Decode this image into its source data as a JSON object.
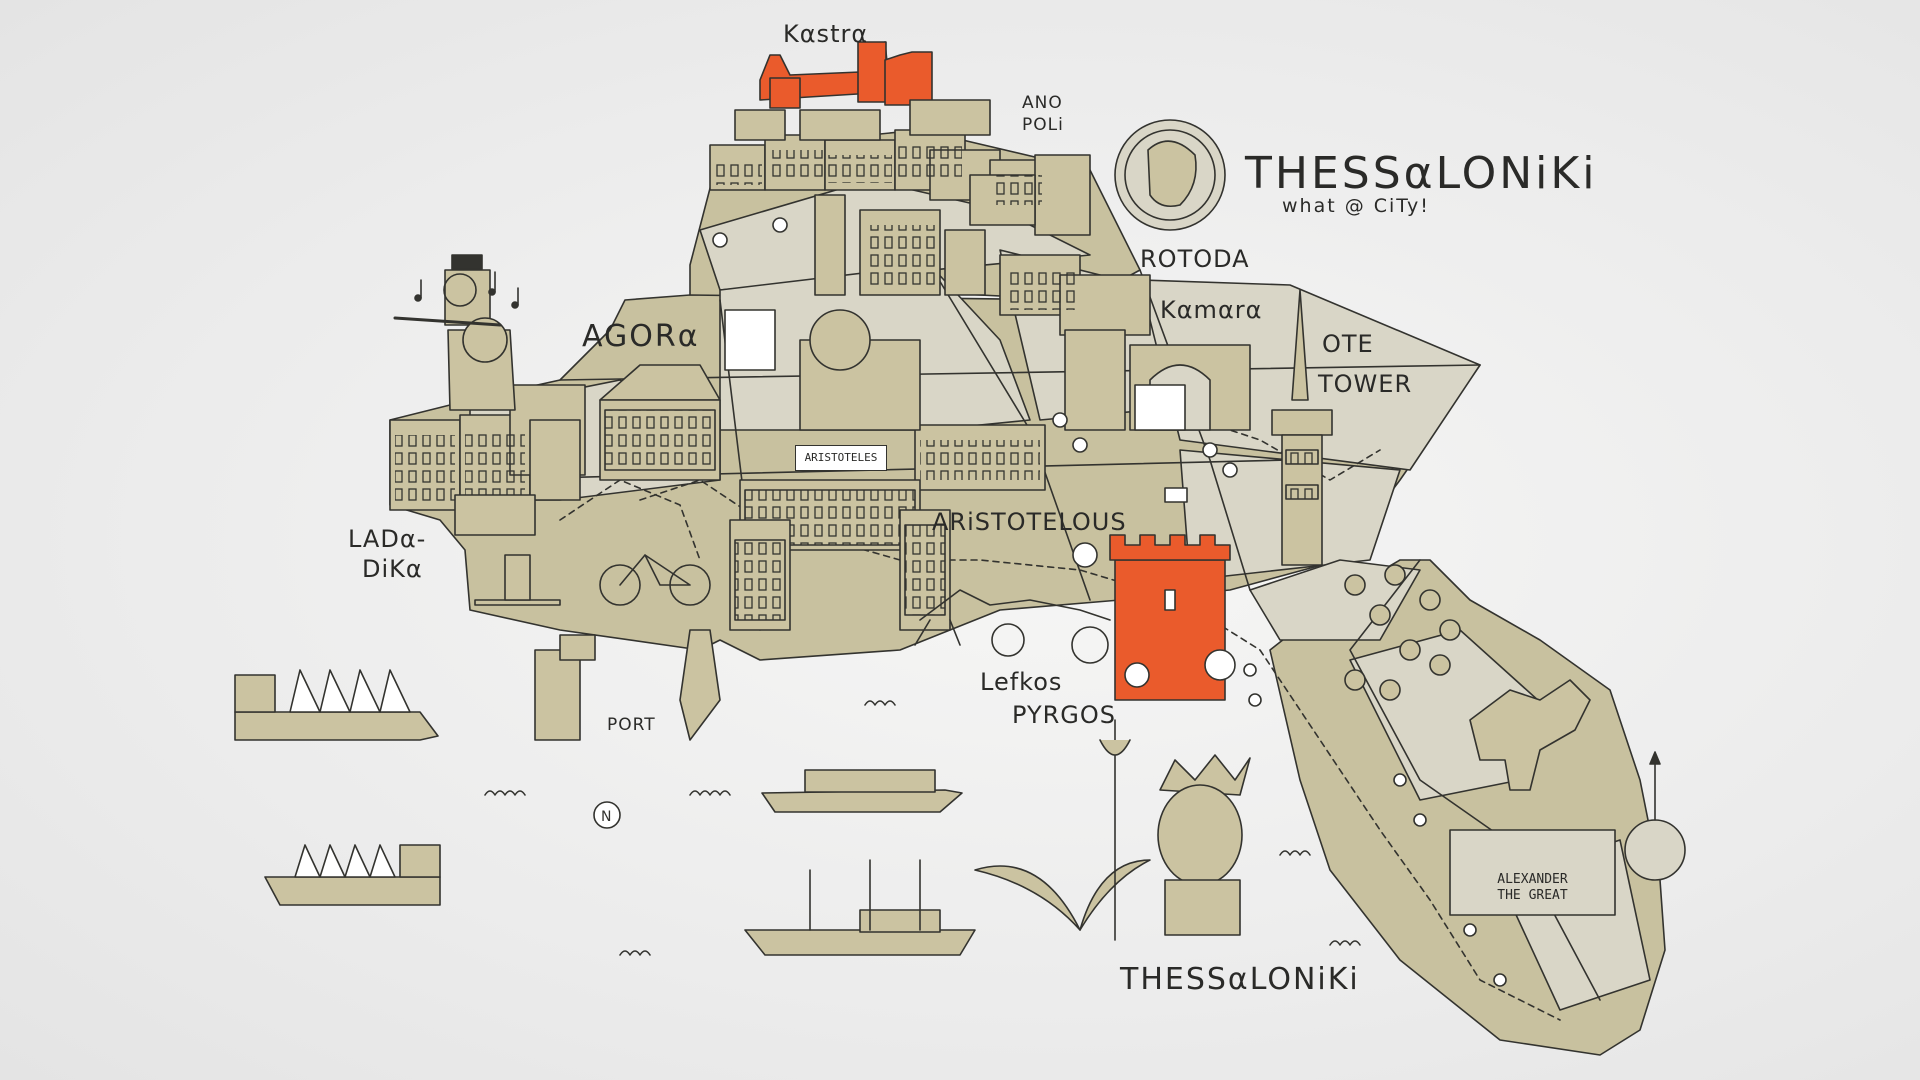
{
  "map": {
    "title": "THESSαLONiKi",
    "subtitle": "what @ CiTy!",
    "colors": {
      "land": "#c8c19f",
      "building": "#cbc3a1",
      "accent": "#ea5b2c",
      "ink": "#33332f",
      "water_bg": "#ececec",
      "block": "#d9d6c7"
    },
    "labels": {
      "kastra": "Kαstrα",
      "ano_poli_1": "ANO",
      "ano_poli_2": "POLi",
      "rotoda": "ROTODA",
      "kamara": "Kαmαrα",
      "ote_1": "OTE",
      "ote_2": "TOWER",
      "agora": "AGORα",
      "aristoteles_sign": "ARISTOTELES",
      "aristotelous": "ARiSTOTELOUS",
      "ladadika_1": "LADα-",
      "ladadika_2": "DiKα",
      "port": "PORT",
      "lefkos_1": "Lefkos",
      "lefkos_2": "PYRGOS",
      "thessaloniki_statue": "THESSαLONiKi",
      "alexander_1": "ALEXANDER",
      "alexander_2": "THE GREAT"
    },
    "icons": [
      "coin-portrait-icon",
      "compass-icon",
      "north-arrow-icon",
      "music-note-icon",
      "wave-icon",
      "flag-icon"
    ]
  }
}
